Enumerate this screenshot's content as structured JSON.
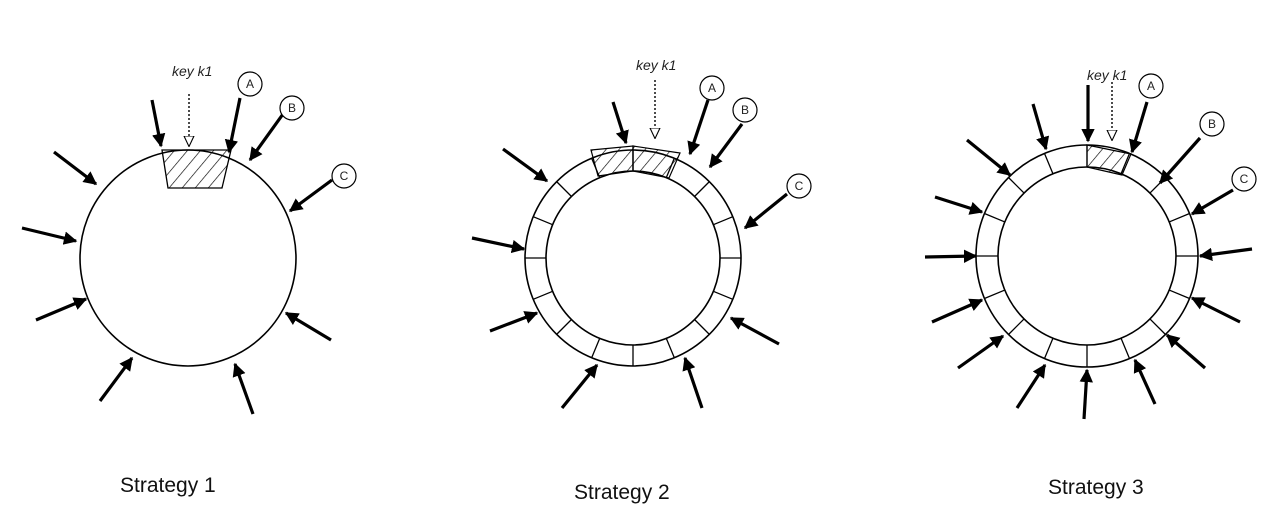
{
  "panels": [
    {
      "caption": "Strategy 1",
      "key_label": "key k1",
      "markers": [
        "A",
        "B",
        "C"
      ]
    },
    {
      "caption": "Strategy 2",
      "key_label": "key k1",
      "markers": [
        "A",
        "B",
        "C"
      ]
    },
    {
      "caption": "Strategy 3",
      "key_label": "key k1",
      "markers": [
        "A",
        "B",
        "C"
      ]
    }
  ]
}
